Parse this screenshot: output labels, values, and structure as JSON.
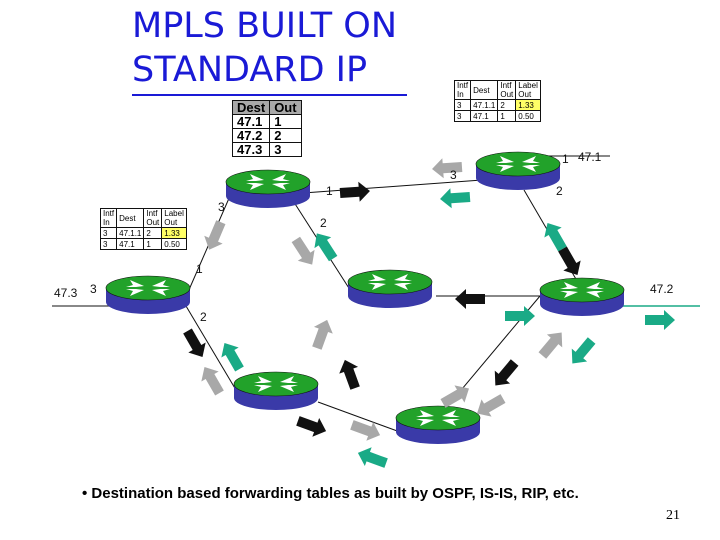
{
  "title": {
    "line1": "MPLS BUILT ON",
    "line2": "STANDARD IP"
  },
  "dest_table": {
    "headers": [
      "Dest",
      "Out"
    ],
    "rows": [
      [
        "47.1",
        "1"
      ],
      [
        "47.2",
        "2"
      ],
      [
        "47.3",
        "3"
      ]
    ]
  },
  "label_table_top": {
    "headers": [
      [
        "Intf",
        "In"
      ],
      [
        "Dest",
        ""
      ],
      [
        "Intf",
        "Out"
      ],
      [
        "Label",
        "Out"
      ]
    ],
    "rows": [
      [
        "3",
        "47.1.1",
        "2",
        "1.33"
      ],
      [
        "3",
        "47.1",
        "1",
        "0.50"
      ]
    ]
  },
  "label_table_left": {
    "headers": [
      [
        "Intf",
        "In"
      ],
      [
        "Dest",
        ""
      ],
      [
        "Intf",
        "Out"
      ],
      [
        "Label",
        "Out"
      ]
    ],
    "rows": [
      [
        "3",
        "47.1.1",
        "2",
        "1.33"
      ],
      [
        "3",
        "47.1",
        "1",
        "0.50"
      ]
    ]
  },
  "labels": {
    "r2_port3": "3",
    "r2_port1": "1",
    "r2_port2": "2",
    "r3_port3": "3",
    "r3_port1": "1",
    "r3_net": "47.1",
    "r3_port2": "2",
    "r1_net": "47.3",
    "r1_port3": "3",
    "r1_port1": "1",
    "r1_port2": "2",
    "r5_net": "47.2"
  },
  "caption": "• Destination based forwarding tables as built by OSPF, IS-IS, RIP, etc.",
  "page_number": "21",
  "colors": {
    "title": "#1a1ad6",
    "router_top": "#22a22a",
    "router_side": "#3a3aa8",
    "arrow_teal": "#1aaa86",
    "arrow_grey": "#a8a8a8",
    "arrow_black": "#111111",
    "highlight": "#ffff66"
  }
}
